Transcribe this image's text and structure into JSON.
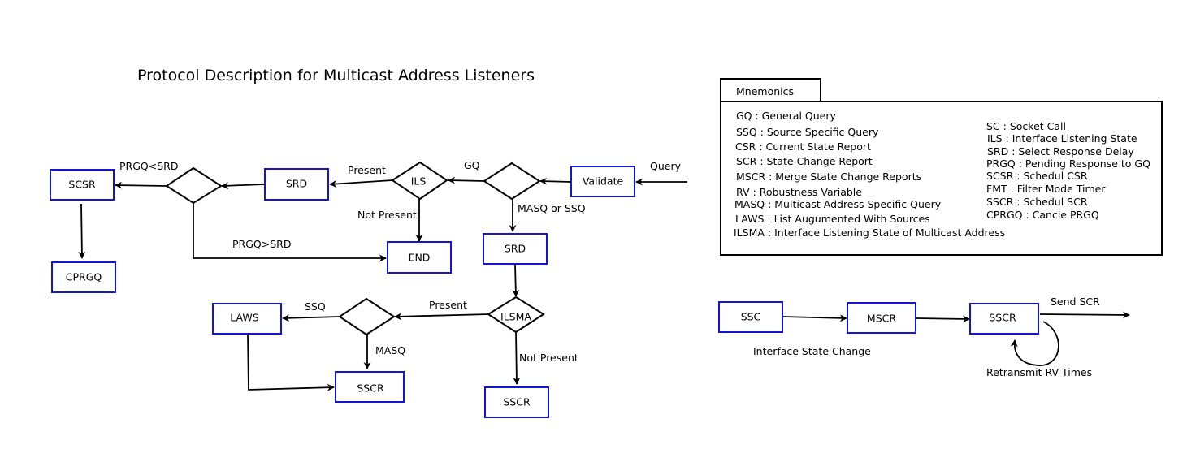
{
  "title": "Protocol Description for Multicast Address Listeners",
  "colors": {
    "box_border": "#1414d2",
    "line": "#000000",
    "background": "#ffffff"
  },
  "nodes": {
    "validate": "Validate",
    "ils": "ILS",
    "srd_top": "SRD",
    "scsr": "SCSR",
    "cprgq": "CPRGQ",
    "end": "END",
    "srd_mid": "SRD",
    "ilsma": "ILSMA",
    "laws": "LAWS",
    "sscr_bottom": "SSCR",
    "sscr_right": "SSCR",
    "ssc": "SSC",
    "mscr": "MSCR",
    "sscr_flow": "SSCR"
  },
  "edge_labels": {
    "query": "Query",
    "gq": "GQ",
    "masq_or_ssq": "MASQ or SSQ",
    "present_top": "Present",
    "not_present_top": "Not Present",
    "prgq_lt_srd": "PRGQ<SRD",
    "prgq_gt_srd": "PRGQ>SRD",
    "present_mid": "Present",
    "ssq": "SSQ",
    "masq": "MASQ",
    "not_present_mid": "Not Present",
    "send_scr": "Send SCR",
    "interface_state_change": "Interface State Change",
    "retransmit": "Retransmit RV Times"
  },
  "mnemonics": {
    "tab_title": "Mnemonics",
    "left": [
      "GQ : General Query",
      "SSQ : Source Specific Query",
      "CSR : Current State Report",
      "SCR : State Change Report",
      "MSCR : Merge State Change Reports",
      "RV : Robustness Variable",
      "MASQ : Multicast Address Specific Query",
      "LAWS : List Augumented With Sources",
      "ILSMA : Interface Listening State of Multicast Address"
    ],
    "right": [
      "SC : Socket Call",
      "ILS : Interface Listening State",
      "SRD : Select Response Delay",
      "PRGQ : Pending Response to GQ",
      "SCSR : Schedul CSR",
      "FMT : Filter Mode Timer",
      "SSCR : Schedul SCR",
      "CPRGQ : Cancle PRGQ"
    ]
  }
}
